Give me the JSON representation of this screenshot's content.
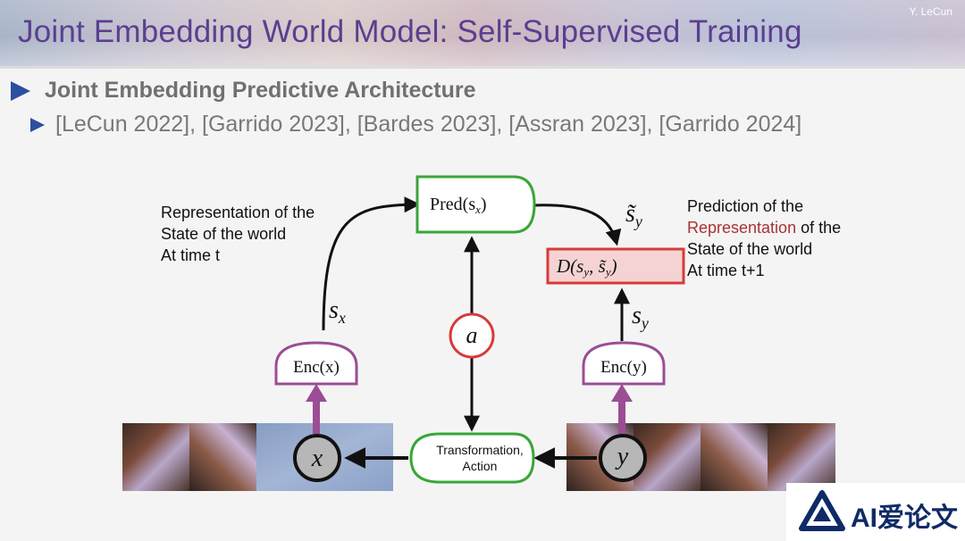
{
  "slide": {
    "title": "Joint Embedding World Model: Self-Supervised Training",
    "author": "Y. LeCun",
    "bullet1": "Joint Embedding Predictive Architecture",
    "bullet2": "[LeCun 2022], [Garrido 2023], [Bardes 2023], [Assran 2023], [Garrido 2024]"
  },
  "diagram": {
    "pred_label": "Pred(s",
    "pred_sub": "x",
    "pred_close": ")",
    "d_label": "D(s",
    "d_sub1": "y",
    "d_mid": ", s̃",
    "d_sub2": "y",
    "d_close": ")",
    "enc_x_label": "Enc(x)",
    "enc_y_label": "Enc(y)",
    "a_label": "a",
    "x_label": "x",
    "y_label": "y",
    "sx_main": "s",
    "sx_sub": "x",
    "sy_main": "s",
    "sy_sub": "y",
    "sy_tilde_main": "s̃",
    "sy_tilde_sub": "y",
    "transform_line1": "Transformation,",
    "transform_line2": "Action",
    "left_note": [
      "Representation of the",
      "State of the world",
      "At time t"
    ],
    "right_note": {
      "line1": "Prediction of the",
      "line2_highlight": "Representation",
      "line2_rest": " of the",
      "line3": "State of the world",
      "line4": "At time t+1"
    }
  },
  "colors": {
    "title": "#5b3f8f",
    "bullet_marker": "#2d4fa0",
    "pred_box": "#3aa637",
    "enc_box": "#9b4d96",
    "d_box_border": "#d83a3a",
    "d_box_fill": "#f6d3d3",
    "a_circle": "#d83a3a",
    "highlight_text": "#a83232",
    "watermark": "#0f2a66"
  },
  "icons": [
    "right-triangle-bullet-icon",
    "ai-logo-icon"
  ],
  "watermark": {
    "text": "AI爱论文"
  }
}
